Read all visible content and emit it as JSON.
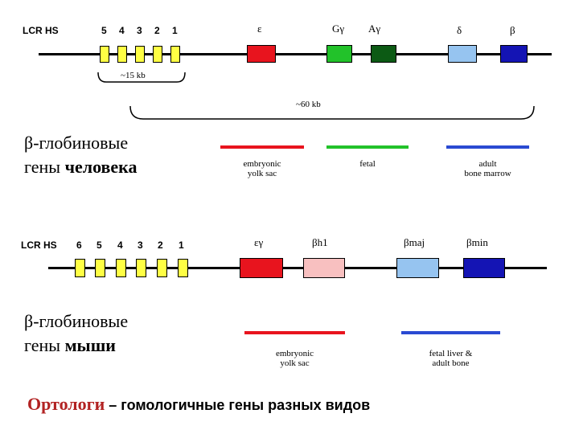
{
  "human": {
    "lcr_label": "LCR  HS",
    "hs_numbers": [
      "5",
      "4",
      "3",
      "2",
      "1"
    ],
    "genes": [
      {
        "label": "ε",
        "color": "#e8141e"
      },
      {
        "label": "Gγ",
        "color": "#22c22a"
      },
      {
        "label": "Aγ",
        "color": "#0c5a14"
      },
      {
        "label": "δ",
        "color": "#96c4f0"
      },
      {
        "label": "β",
        "color": "#1414b4"
      }
    ],
    "span_15kb": "~15 kb",
    "span_60kb": "~60 kb",
    "stages": [
      {
        "line1": "embryonic",
        "line2": "yolk sac",
        "color": "#e8141e"
      },
      {
        "line1": "fetal",
        "line2": "",
        "color": "#22c22a"
      },
      {
        "line1": "adult",
        "line2": "bone marrow",
        "color": "#2a4ad2"
      }
    ],
    "title_prefix": "β-глобиновые",
    "title_line2_normal": "гены ",
    "title_line2_bold": "человека"
  },
  "mouse": {
    "lcr_label": "LCR HS",
    "hs_numbers": [
      "6",
      "5",
      "4",
      "3",
      "2",
      "1"
    ],
    "genes": [
      {
        "label": "εγ",
        "color": "#e8141e"
      },
      {
        "label": "βh1",
        "color": "#f8c0c0"
      },
      {
        "label": "βmaj",
        "color": "#96c4f0"
      },
      {
        "label": "βmin",
        "color": "#1414b4"
      }
    ],
    "stages": [
      {
        "line1": "embryonic",
        "line2": "yolk sac",
        "color": "#e8141e"
      },
      {
        "line1": "fetal liver &",
        "line2": "adult bone",
        "color": "#2a4ad2"
      }
    ],
    "title_prefix": "β-глобиновые",
    "title_line2_normal": "гены ",
    "title_line2_bold": "мыши"
  },
  "footer": {
    "term": "Ортологи",
    "definition": " – гомологичные гены разных видов"
  }
}
